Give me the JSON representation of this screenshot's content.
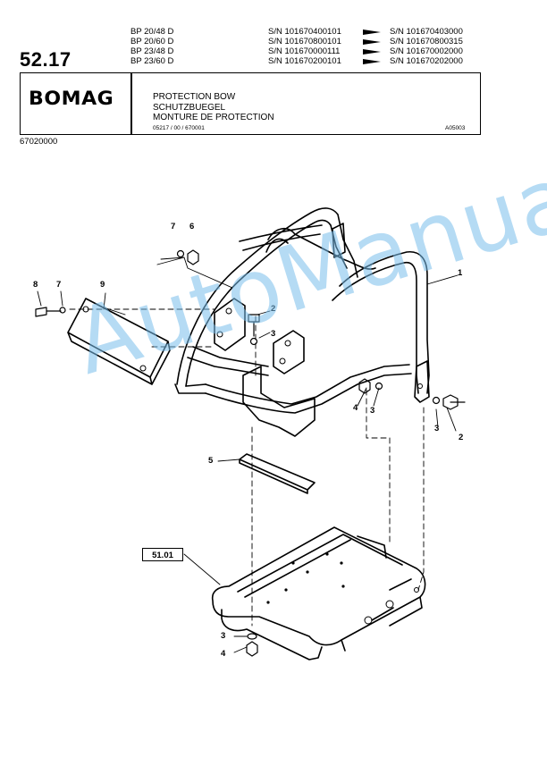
{
  "header": {
    "page_number": "52.17",
    "models": [
      "BP 20/48 D",
      "BP 20/60 D",
      "BP 23/48 D",
      "BP 23/60 D"
    ],
    "serial_from": [
      "S/N 101670400101",
      "S/N 101670800101",
      "S/N 101670000111",
      "S/N 101670200101"
    ],
    "serial_to": [
      "S/N 101670403000",
      "S/N 101670800315",
      "S/N 101670002000",
      "S/N 101670202000"
    ],
    "brand": "BOMAG",
    "title_en": "PROTECTION BOW",
    "title_de": "SCHUTZBUEGEL",
    "title_fr": "MONTURE DE PROTECTION",
    "doc_ref": "05217 / 00 / 670001",
    "drawing_ref": "A05003",
    "part_number": "67020000"
  },
  "callouts": {
    "c1": "1",
    "c2a": "2",
    "c2b": "2",
    "c3a": "3",
    "c3b": "3",
    "c3c": "3",
    "c3d": "3",
    "c4a": "4",
    "c4b": "4",
    "c5": "5",
    "c6": "6",
    "c7a": "7",
    "c7b": "7",
    "c8": "8",
    "c9": "9"
  },
  "reference_box": "51.01",
  "watermark": "AutoManual"
}
